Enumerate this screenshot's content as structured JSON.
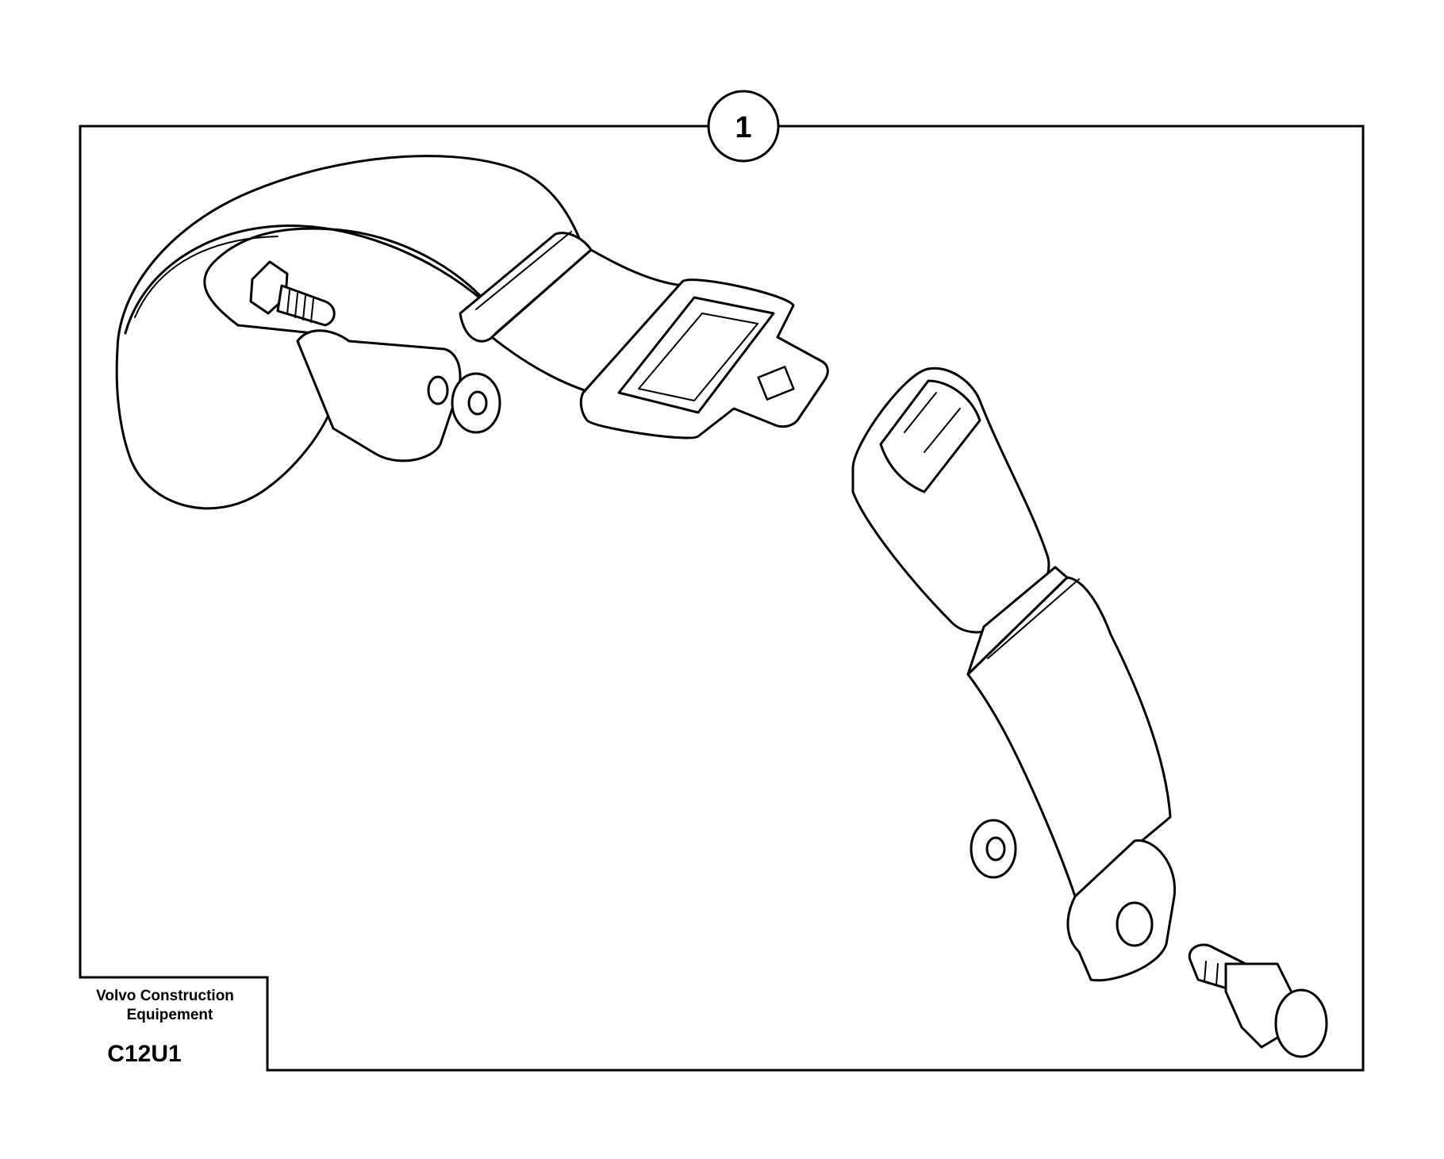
{
  "callout": {
    "number": "1"
  },
  "title_block": {
    "company_line1": "Volvo Construction",
    "company_line2": "Equipement",
    "drawing_code": "C12U1"
  },
  "colors": {
    "ink": "#000000",
    "paper": "#ffffff"
  }
}
